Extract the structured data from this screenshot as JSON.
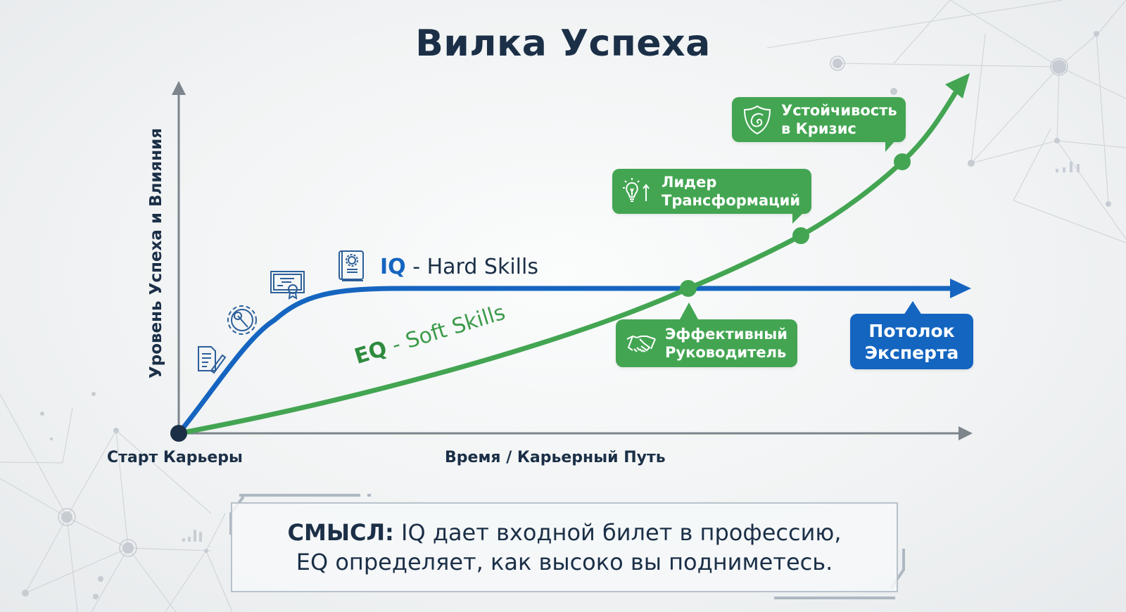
{
  "title": "Вилка Успеха",
  "axes": {
    "y_label": "Уровень Успеха и Влияния",
    "x_label": "Время / Карьерный Путь",
    "origin_label": "Старт Карьеры"
  },
  "curves": {
    "iq": {
      "abbr": "IQ",
      "rest": " - Hard Skills",
      "color": "#1565c0"
    },
    "eq": {
      "abbr": "EQ",
      "rest": " - Soft Skills",
      "color": "#43a552"
    }
  },
  "iq_icons": [
    "document-edit-icon",
    "gear-wrench-icon",
    "certificate-icon",
    "book-gear-icon"
  ],
  "milestones": [
    {
      "line1": "Эффективный",
      "line2": "Руководитель",
      "icon": "handshake-icon",
      "color": "#43a552"
    },
    {
      "line1": "Лидер",
      "line2": "Трансформаций",
      "icon": "lightbulb-up-icon",
      "color": "#43a552"
    },
    {
      "line1": "Устойчивость",
      "line2": "в Кризис",
      "icon": "shield-wave-icon",
      "color": "#43a552"
    }
  ],
  "ceiling": {
    "line1": "Потолок",
    "line2": "Эксперта",
    "color": "#1465c0"
  },
  "summary": {
    "lead": "СМЫСЛ:",
    "line1": " IQ дает входной билет в профессию,",
    "line2": "EQ определяет, как высоко вы подниметесь."
  },
  "colors": {
    "text_dark": "#1b2f47",
    "axis": "#7d858c",
    "iq_blue": "#1565c0",
    "eq_green": "#43a552",
    "origin_dot": "#1b2f47"
  }
}
